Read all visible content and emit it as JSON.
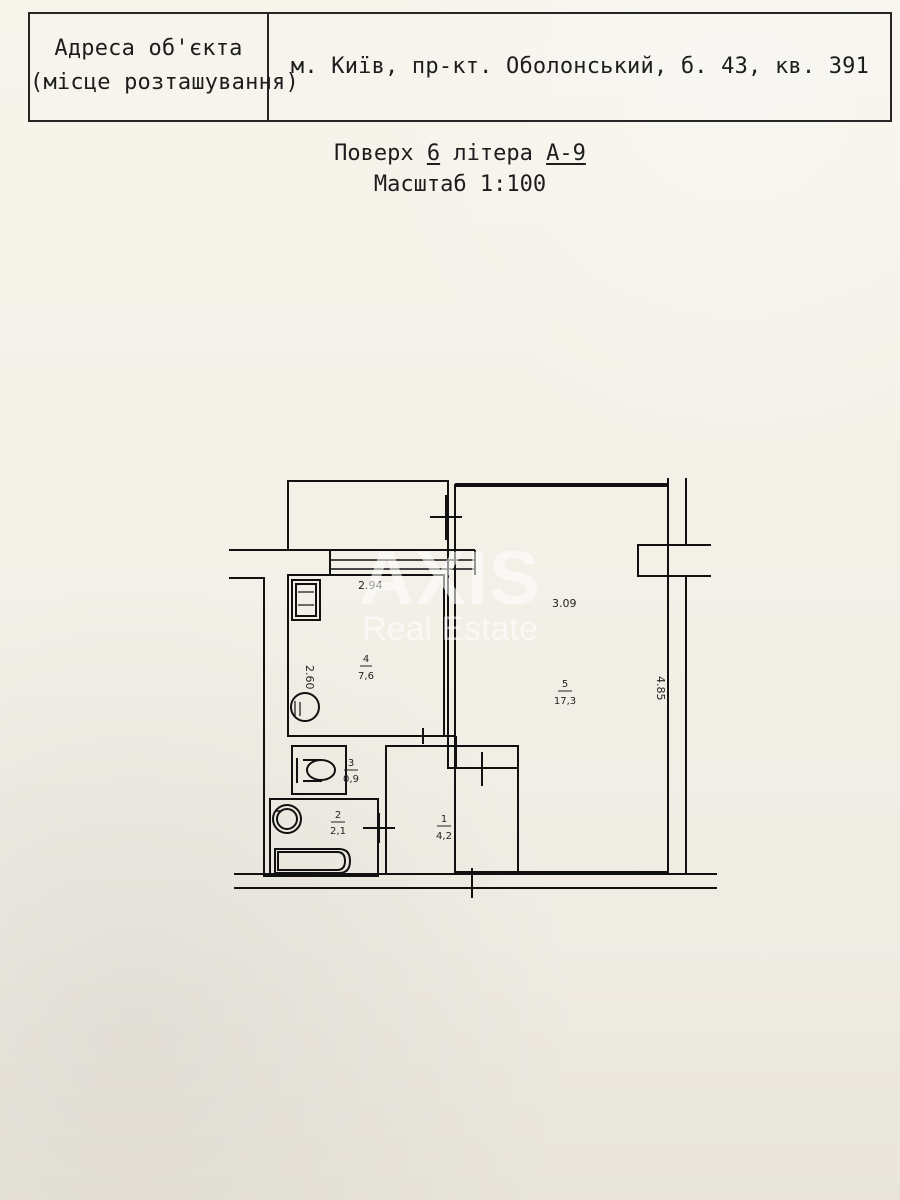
{
  "header": {
    "address_label_line1": "Адреса об'єкта",
    "address_label_line2": "(місце розташування)",
    "address_value": "м. Київ, пр-кт. Оболонський, б. 43, кв. 391"
  },
  "floor_info": {
    "floor_prefix": "Поверх",
    "floor_number": "6",
    "letter_label": "літера",
    "letter_value": "А-9",
    "scale_text": "Масштаб 1:100"
  },
  "watermark": {
    "title": "AXIS",
    "subtitle": "Real Estate"
  },
  "dimensions": {
    "top_small": "2.94",
    "top_large": "3.09",
    "left_small": "2.60",
    "right_large": "4.85"
  },
  "rooms": {
    "room_4_number": "4",
    "room_4_area": "7,6",
    "room_5_number": "5",
    "room_5_area": "17,3",
    "room_3_number": "3",
    "room_3_area": "0,9",
    "room_2_number": "2",
    "room_2_area": "2,1",
    "room_1_number": "1",
    "room_1_area": "4,2"
  }
}
